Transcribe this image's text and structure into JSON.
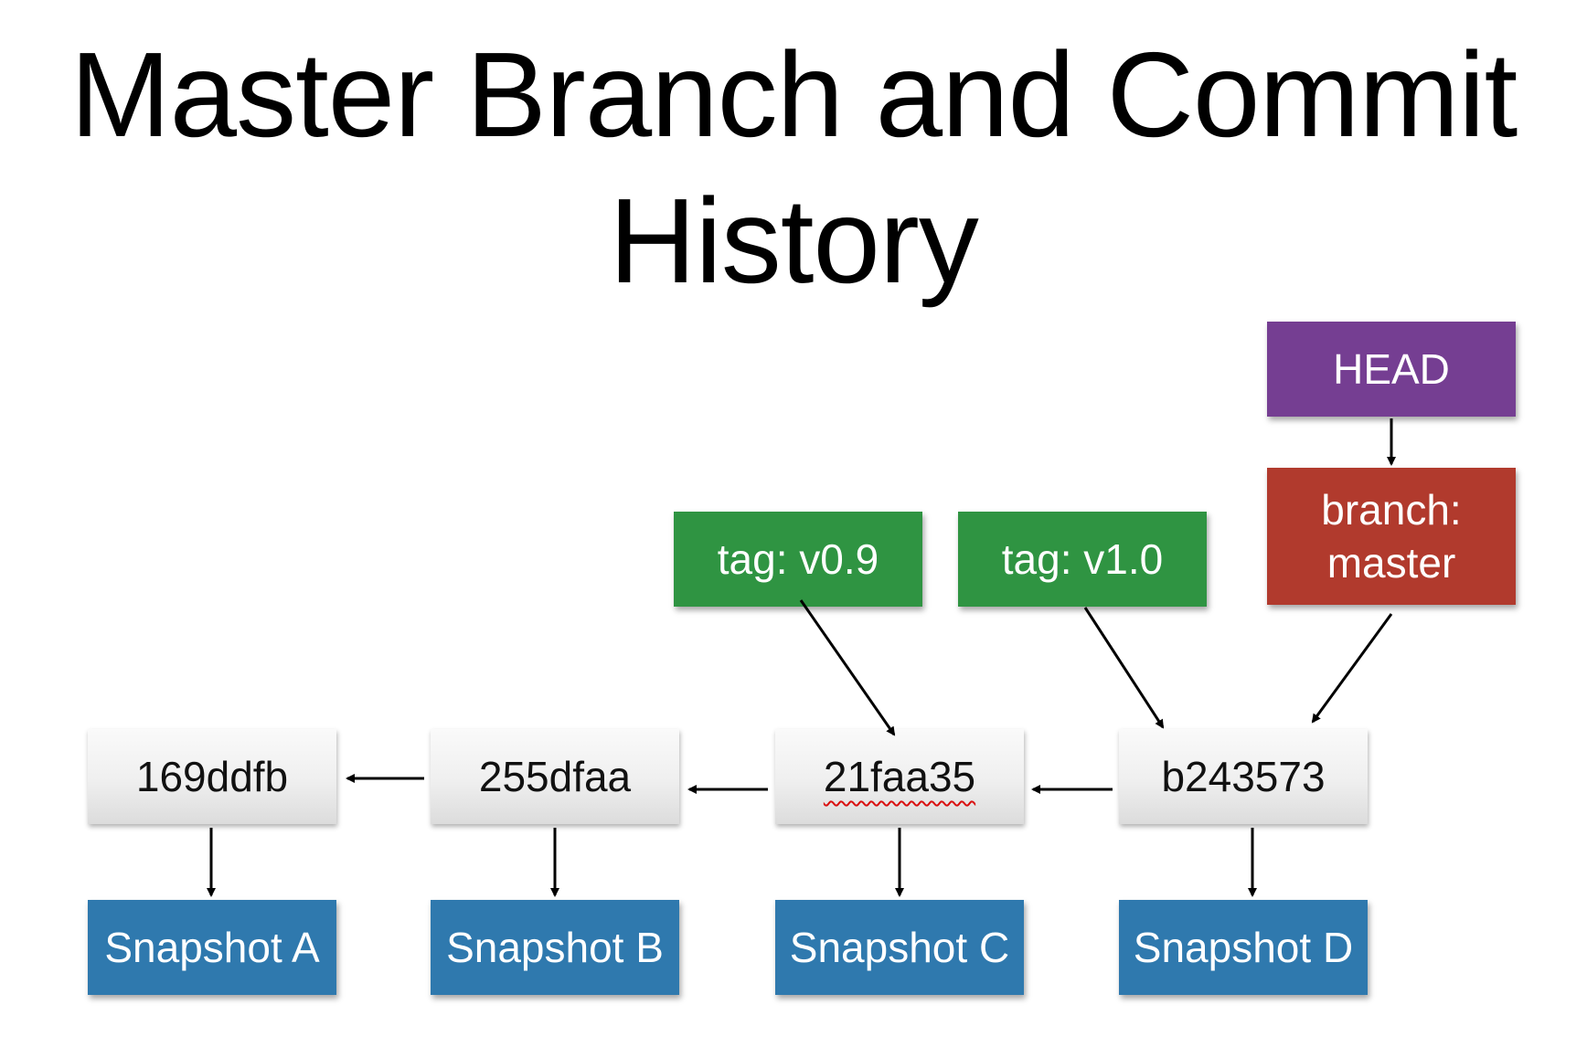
{
  "diagram": {
    "title": "Master Branch and Commit\nHistory",
    "pointers": {
      "head": "HEAD",
      "branch": "branch:\nmaster",
      "tag_v09": "tag: v0.9",
      "tag_v10": "tag: v1.0"
    },
    "commits": [
      "169ddfb",
      "255dfaa",
      "21faa35",
      "b243573"
    ],
    "snapshots": [
      "Snapshot A",
      "Snapshot B",
      "Snapshot C",
      "Snapshot D"
    ],
    "colors": {
      "head": "#753e92",
      "branch": "#b13a2d",
      "tag": "#2f9442",
      "snapshot": "#2f79ae",
      "commit": "#eeeeee",
      "arrow": "#000000"
    }
  }
}
